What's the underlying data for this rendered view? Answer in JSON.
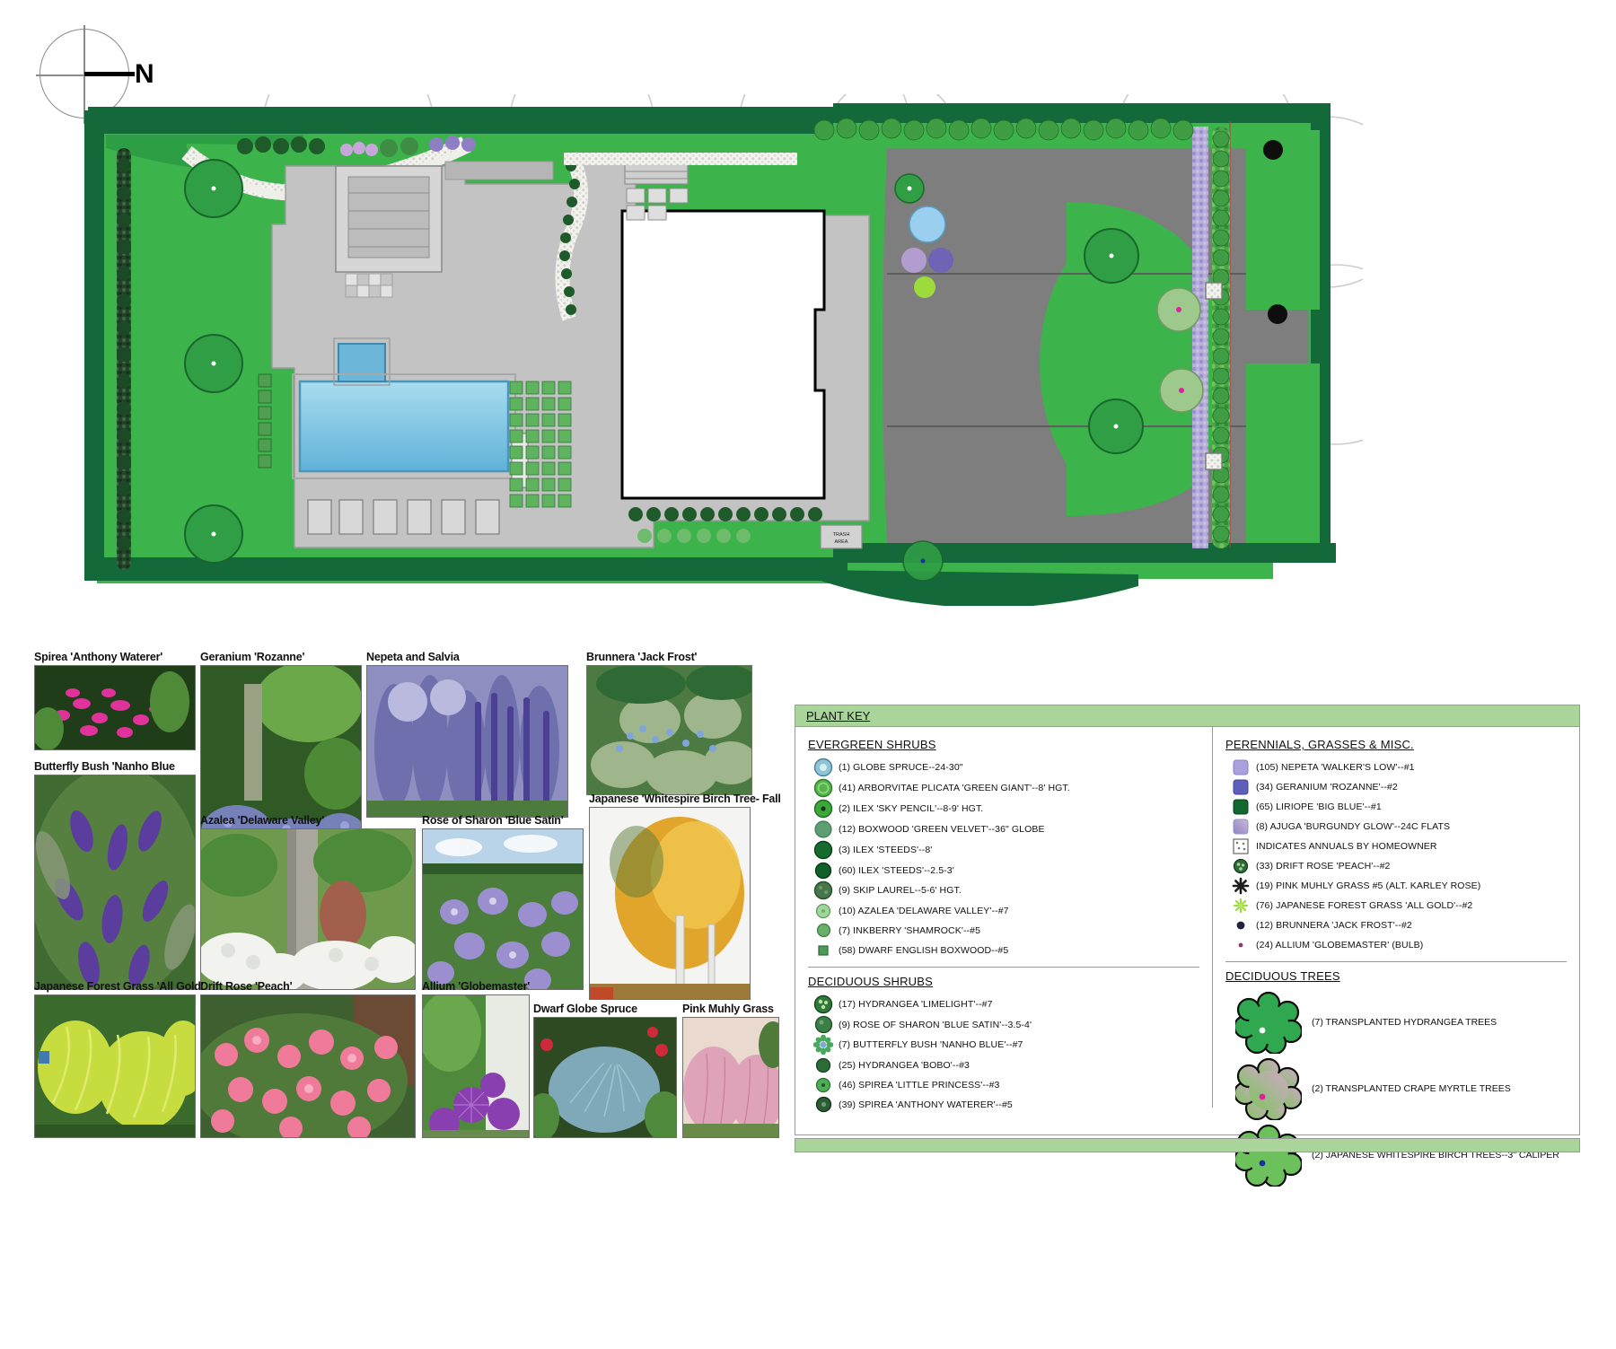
{
  "compass": {
    "north_label": "N"
  },
  "site_plan": {
    "trash_area_label": "TRASH AREA"
  },
  "gallery": {
    "photos": [
      {
        "caption": "Spirea 'Anthony Waterer'"
      },
      {
        "caption": "Geranium 'Rozanne'"
      },
      {
        "caption": "Nepeta and Salvia"
      },
      {
        "caption": "Brunnera 'Jack Frost'"
      },
      {
        "caption": "Butterfly Bush 'Nanho Blue"
      },
      {
        "caption": "Azalea 'Delaware Valley'"
      },
      {
        "caption": "Rose of Sharon 'Blue Satin'"
      },
      {
        "caption": "Japanese 'Whitespire Birch Tree- Fall"
      },
      {
        "caption": "Japanese Forest Grass 'All Gold'"
      },
      {
        "caption": "Drift Rose 'Peach'"
      },
      {
        "caption": "Allium 'Globemaster'"
      },
      {
        "caption": "Dwarf Globe Spruce"
      },
      {
        "caption": "Pink Muhly Grass"
      }
    ]
  },
  "plant_key": {
    "title": "PLANT KEY",
    "sections": {
      "evergreen_shrubs": {
        "heading": "EVERGREEN SHRUBS",
        "items": [
          {
            "label": "(1) GLOBE SPRUCE--24-30\"",
            "symbol": "globe-spruce-symbol",
            "color": "#8fc3d6"
          },
          {
            "label": "(41) ARBORVITAE PLICATA 'GREEN GIANT'--8' HGT.",
            "symbol": "arborvitae-symbol",
            "color": "#56b54a"
          },
          {
            "label": "(2) ILEX 'SKY PENCIL'--8-9' HGT.",
            "symbol": "ilex-sky-pencil-symbol",
            "color": "#3da63c"
          },
          {
            "label": "(12) BOXWOOD 'GREEN VELVET'--36\" GLOBE",
            "symbol": "boxwood-symbol",
            "color": "#5e9e73"
          },
          {
            "label": "(3) ILEX 'STEEDS'--8'",
            "symbol": "ilex-steeds-symbol",
            "color": "#166b2e"
          },
          {
            "label": "(60) ILEX 'STEEDS'--2.5-3'",
            "symbol": "ilex-steeds-sm-symbol",
            "color": "#11602a"
          },
          {
            "label": "(9) SKIP LAUREL--5-6' HGT.",
            "symbol": "skip-laurel-symbol",
            "color": "#46764a"
          },
          {
            "label": "(10) AZALEA 'DELAWARE VALLEY'--#7",
            "symbol": "azalea-symbol",
            "color": "#9fd79a"
          },
          {
            "label": "(7) INKBERRY 'SHAMROCK'--#5",
            "symbol": "inkberry-symbol",
            "color": "#68b06a"
          },
          {
            "label": "(58) DWARF ENGLISH BOXWOOD--#5",
            "symbol": "dwarf-boxwood-symbol",
            "color": "#4e9a5a"
          }
        ]
      },
      "deciduous_shrubs": {
        "heading": "DECIDUOUS  SHRUBS",
        "items": [
          {
            "label": "(17) HYDRANGEA 'LIMELIGHT'--#7",
            "symbol": "hydrangea-limelight-symbol",
            "color": "#2f7a3a"
          },
          {
            "label": "(9) ROSE OF SHARON 'BLUE SATIN'--3.5-4'",
            "symbol": "rose-of-sharon-symbol",
            "color": "#3b7f45"
          },
          {
            "label": "(7) BUTTERFLY BUSH 'NANHO BLUE'--#7",
            "symbol": "butterfly-bush-symbol",
            "color": "#4aa85c"
          },
          {
            "label": "(25) HYDRANGEA 'BOBO'--#3",
            "symbol": "hydrangea-bobo-symbol",
            "color": "#2d6b37"
          },
          {
            "label": "(46) SPIREA 'LITTLE PRINCESS'--#3",
            "symbol": "spirea-little-princess-symbol",
            "color": "#4eae55"
          },
          {
            "label": "(39) SPIREA 'ANTHONY WATERER'--#5",
            "symbol": "spirea-anthony-symbol",
            "color": "#2b5c33"
          }
        ]
      },
      "perennials": {
        "heading": "PERENNIALS, GRASSES & MISC.",
        "items": [
          {
            "label": "(105) NEPETA 'WALKER'S LOW'--#1",
            "symbol": "nepeta-symbol",
            "color": "#aaa0dd"
          },
          {
            "label": "(34) GERANIUM 'ROZANNE'--#2",
            "symbol": "geranium-symbol",
            "color": "#5f5fba"
          },
          {
            "label": "(65) LIRIOPE 'BIG BLUE'--#1",
            "symbol": "liriope-symbol",
            "color": "#11682f"
          },
          {
            "label": "(8) AJUGA 'BURGUNDY GLOW'--24C FLATS",
            "symbol": "ajuga-symbol",
            "color": "#b39dd0"
          },
          {
            "label": "INDICATES ANNUALS BY HOMEOWNER",
            "symbol": "annuals-symbol",
            "color": "#ffffff"
          },
          {
            "label": "(33) DRIFT ROSE 'PEACH'--#2",
            "symbol": "drift-rose-symbol",
            "color": "#2f6b35"
          },
          {
            "label": "(19) PINK MUHLY GRASS #5 (ALT. KARLEY ROSE)",
            "symbol": "pink-muhly-symbol",
            "color": "#1d1d1d"
          },
          {
            "label": "(76) JAPANESE FOREST GRASS 'ALL GOLD'--#2",
            "symbol": "forest-grass-symbol",
            "color": "#9ddb3c"
          },
          {
            "label": "(12) BRUNNERA 'JACK FROST'--#2",
            "symbol": "brunnera-symbol",
            "color": "#23233c"
          },
          {
            "label": "(24) ALLIUM 'GLOBEMASTER' (BULB)",
            "symbol": "allium-symbol",
            "color": "#8a3b6b"
          }
        ]
      },
      "deciduous_trees": {
        "heading": "DECIDUOUS TREES",
        "items": [
          {
            "label": "(7) TRANSPLANTED HYDRANGEA TREES",
            "symbol": "hydrangea-tree-symbol",
            "color": "#2fa84f",
            "dot": "#ffffff"
          },
          {
            "label": "(2) TRANSPLANTED CRAPE MYRTLE TREES",
            "symbol": "crape-myrtle-symbol",
            "color": "#9dc98c",
            "dot": "#e0219e"
          },
          {
            "label": "(2) JAPANESE WHITESPIRE BIRCH TREES--3\" CALIPER",
            "symbol": "whitespire-birch-symbol",
            "color": "#6dc15c",
            "dot": "#1c2f9e"
          }
        ]
      }
    }
  },
  "colors": {
    "key_header_green": "#a9d49a",
    "lawn_green": "#3cb44b",
    "hedge_green": "#14693a",
    "paving_gray": "#bdbdbd",
    "drive_gray": "#7a7a7a",
    "pool_blue": "#8ecae6",
    "house_white": "#ffffff"
  }
}
